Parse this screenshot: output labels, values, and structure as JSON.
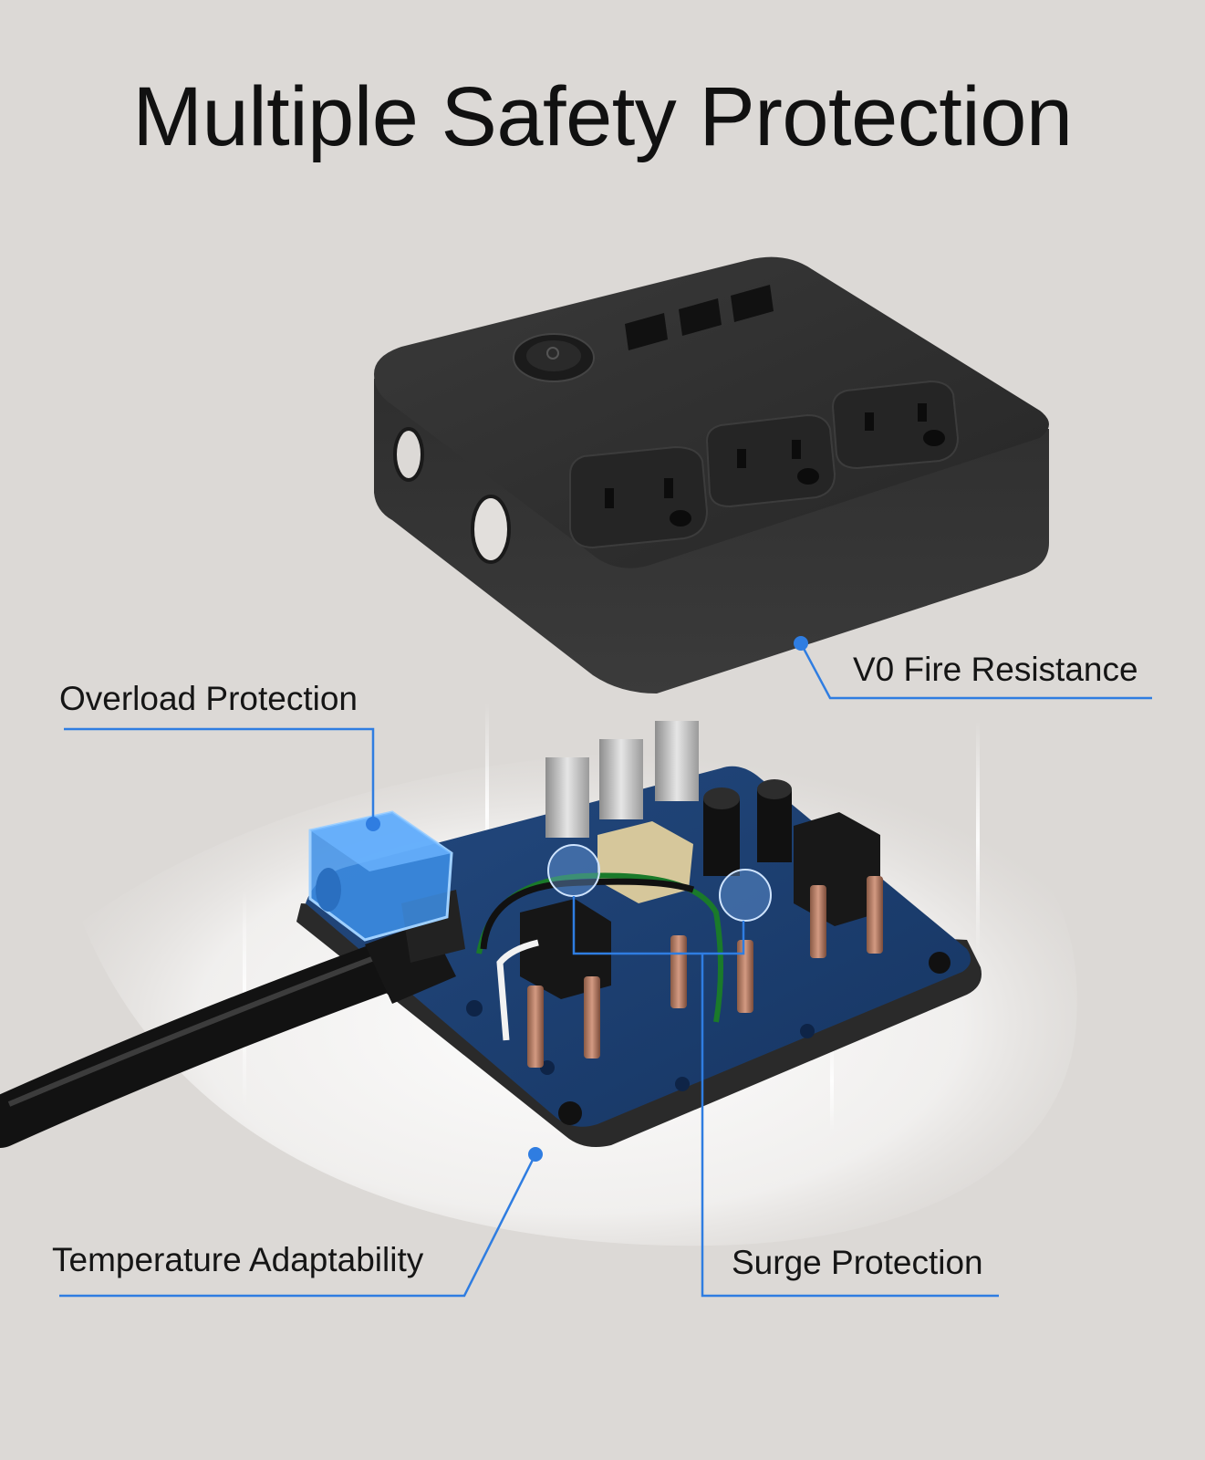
{
  "title": "Multiple Safety Protection",
  "callouts": {
    "v0_fire_resistance": "V0 Fire Resistance",
    "overload_protection": "Overload Protection",
    "temperature_adaptability": "Temperature Adaptability",
    "surge_protection": "Surge Protection"
  },
  "colors": {
    "background": "#dcd9d6",
    "callout_line": "#2f7de1",
    "housing": "#2b2b2b",
    "pcb": "#1d3f73"
  },
  "icons": {
    "product": "power-strip-icon",
    "outlet": "ac-outlet-icon",
    "usb_port": "usb-port-icon",
    "power_button": "power-button-icon"
  }
}
